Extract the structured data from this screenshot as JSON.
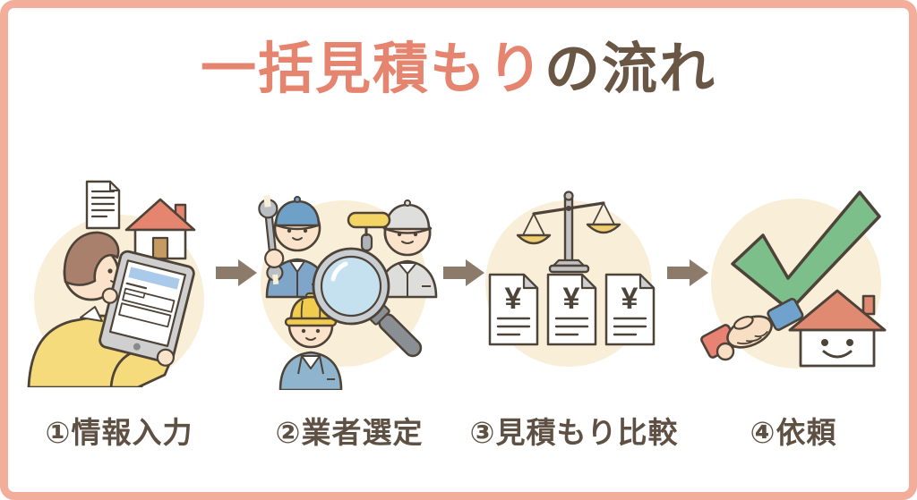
{
  "title": {
    "highlight": "一括見積もり",
    "suffix": "の流れ"
  },
  "steps": [
    {
      "label": "①情報入力",
      "icons": [
        "document-icon",
        "house-icon",
        "person-with-tablet-icon"
      ]
    },
    {
      "label": "②業者選定",
      "icons": [
        "wrench-worker-icon",
        "paint-roller-worker-icon",
        "hardhat-worker-icon",
        "magnifying-glass-icon"
      ]
    },
    {
      "label": "③見積もり比較",
      "yen": "¥",
      "icons": [
        "balance-scale-icon",
        "quote-document-icon"
      ]
    },
    {
      "label": "④依頼",
      "icons": [
        "checkmark-icon",
        "handshake-icon",
        "smiling-house-icon"
      ]
    }
  ],
  "colors": {
    "frame_border": "#F2AE9A",
    "title_highlight": "#E5846F",
    "title_text": "#6A5644",
    "label_text": "#5F5044",
    "circle_bg": "#F9EFD9",
    "outline": "#4E4338",
    "arrow": "#8C7B6B",
    "check_green": "#7CBF8A",
    "roof_red": "#E08A72",
    "sweater_yellow": "#F6DB7D",
    "helmet_yellow": "#F1CC4F",
    "pan_yellow": "#F0CE6E",
    "worker_blue": "#7FA6C9",
    "sleeve_blue": "#6FA3CE",
    "sleeve_red": "#E88273",
    "skin": "#FBE3CB",
    "lens_blue": "#C5E1EF"
  }
}
